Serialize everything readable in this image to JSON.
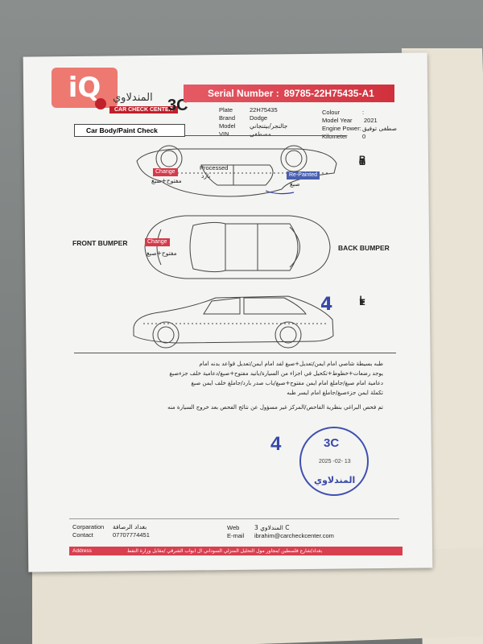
{
  "watermark": {
    "text": "iQ"
  },
  "logo": {
    "arabic": "المندلاوي",
    "english": "CAR CHECK CENTER",
    "mark": "3C"
  },
  "serial": {
    "label": "Serial Number :",
    "value": "89785-22H75435-A1"
  },
  "vehicle": {
    "plate": {
      "label": "Plate",
      "value": "22H75435"
    },
    "brand": {
      "label": "Brand",
      "value": "Dodge"
    },
    "model": {
      "label": "Model",
      "value": "جالنجر/بيتنجاني"
    },
    "vin": {
      "label": "VIN",
      "value": "مصطفى"
    },
    "colour": {
      "label": "Colour",
      "value": ":"
    },
    "model_year": {
      "label": "Model Year",
      "value": "2021"
    },
    "engine_power": {
      "label": "Engine Power:",
      "value": "صطفى توفيق"
    },
    "kilometer": {
      "label": "Kilometer",
      "value": "0"
    }
  },
  "section": {
    "title": "Car Body/Paint Check"
  },
  "diagram": {
    "right_label": [
      "R",
      "I",
      "G",
      "H",
      "T"
    ],
    "left_label": [
      "L",
      "E",
      "F",
      "T"
    ],
    "front_bumper": "FRONT BUMPER",
    "back_bumper": "BACK BUMPER",
    "processed": "Processed",
    "processed_ar": "بارد",
    "tag_change_1": "Change",
    "note_1": "مفتوح+صبغ",
    "tag_repainted": "Re-Painted",
    "note_2": "صبغ",
    "tag_change_2": "Change",
    "note_3": "مفتوح+صبغ",
    "hand_4": "4"
  },
  "notes": [
    "طبه بسيطة شاصي امام ايمن/تعديل+صبغ لفد امام ايمن/تعديل قواعد بدنه امام",
    "يوجد رضعات+خطوط+تكحيل في اجزاء من السيارة/بانيد مفتوح+صبغ/دعامية خلف جزءصبغ",
    "دعامية امام صبغ/جاملغ امام ايمن مفتوح+صبغ/باب صدر بارد/جاملغ خلف ايمن صبغ",
    "تكملة ايمن جزءصبغ/جاملغ امام ايسر طبه",
    "تم فحص البراغي بنظرية الفاحص/المركز غير مسؤول عن نتائج الفحص بعد خروج السيارة منه"
  ],
  "stamp": {
    "hand_4": "4",
    "mark": "3C",
    "date": "2025 -02- 13",
    "name": "المندلاوي"
  },
  "footer": {
    "corporation_label": "Corparation",
    "corporation_value": "بغداد الرصافة",
    "contact_label": "Contact",
    "contact_value": "07707774451",
    "web_label": "Web",
    "web_value": "3 المندلاوي C",
    "email_label": "E-mail",
    "email_value": "ibrahim@carcheckcenter.com",
    "address_label": "Address",
    "address_value": "بغداد/شارع فلسطين /مجاور مول التحليل المنزلي السوداني ال ابواب الشرقي /مقابل وزارة النفط"
  }
}
